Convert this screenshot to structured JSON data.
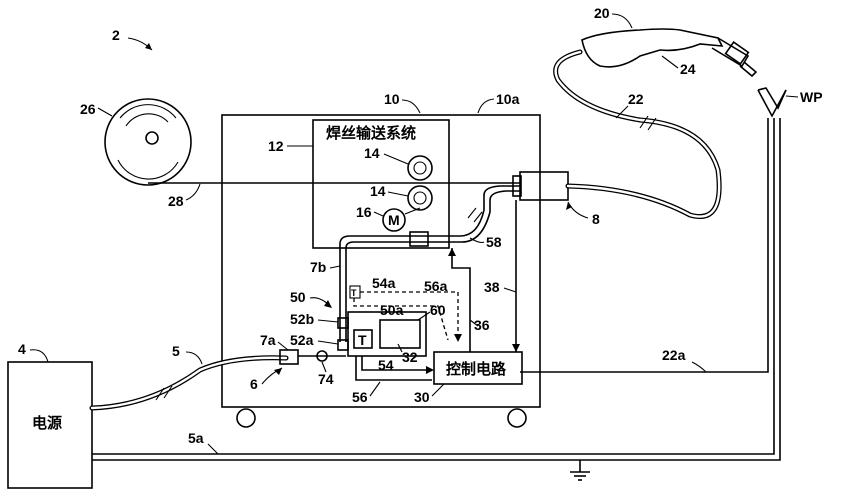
{
  "figure_number": "2",
  "labels": {
    "power_source": "4",
    "power_cable": "5",
    "ground_cable": "5a",
    "connector": "6",
    "connector_a": "7a",
    "cable_7b": "7b",
    "interface": "8",
    "feeder": "10",
    "feeder_housing": "10a",
    "wire_feed_system": "12",
    "roller_upper": "14",
    "roller_lower": "14",
    "motor": "16",
    "torch": "20",
    "torch_cable": "22",
    "torch_cable_a": "22a",
    "trigger": "24",
    "spool": "26",
    "wire": "28",
    "control_circuit": "30",
    "sensor_32": "32",
    "line_36": "36",
    "line_38": "38",
    "assembly": "50",
    "assembly_a": "50a",
    "terminal_52a": "52a",
    "terminal_52b": "52b",
    "line_54": "54",
    "line_54a": "54a",
    "line_56": "56",
    "line_56a": "56a",
    "cable_58": "58",
    "device_60": "60",
    "post_74": "74",
    "workpiece": "WP"
  },
  "text": {
    "wire_feed_system": "焊丝输送系统",
    "control_circuit": "控制电路",
    "power_source": "电源",
    "motor_symbol": "M",
    "t_symbol": "T",
    "t_symbol_small": "T"
  }
}
